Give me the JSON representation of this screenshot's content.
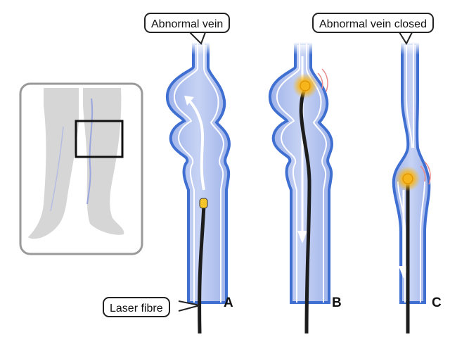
{
  "labels": {
    "abnormal_vein": "Abnormal vein",
    "abnormal_vein_closed": "Abnormal vein closed",
    "laser_fibre": "Laser fibre",
    "panel_a": "A",
    "panel_b": "B",
    "panel_c": "C"
  },
  "colors": {
    "vein_outer": "#3f6fd1",
    "vein_inner": "#8ea6e3",
    "vein_fill": "#b9c8f0",
    "laser_glow": "#f6b51b",
    "fibre": "#1d1d1d",
    "legs": "#d4d4d4",
    "inset_border": "#9a9a9a"
  }
}
